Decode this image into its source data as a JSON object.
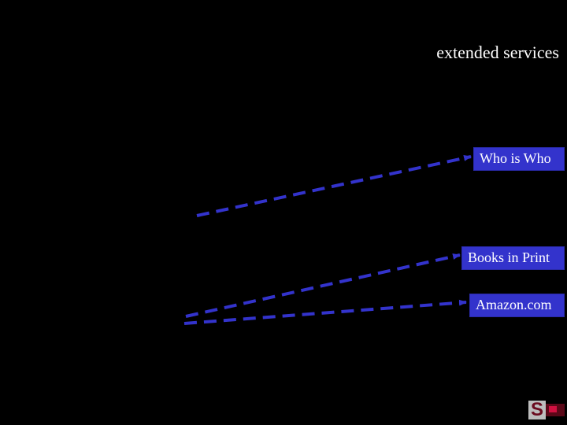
{
  "title": "extended services",
  "links": {
    "who_is_who": "Who is Who",
    "books_in_print": "Books in Print",
    "amazon": "Amazon.com"
  },
  "colors": {
    "background": "#000000",
    "title_text": "#ffffff",
    "link_box": "#3333cc",
    "arrow": "#3333cc"
  },
  "icons": {
    "logo": "s-logo-icon"
  }
}
